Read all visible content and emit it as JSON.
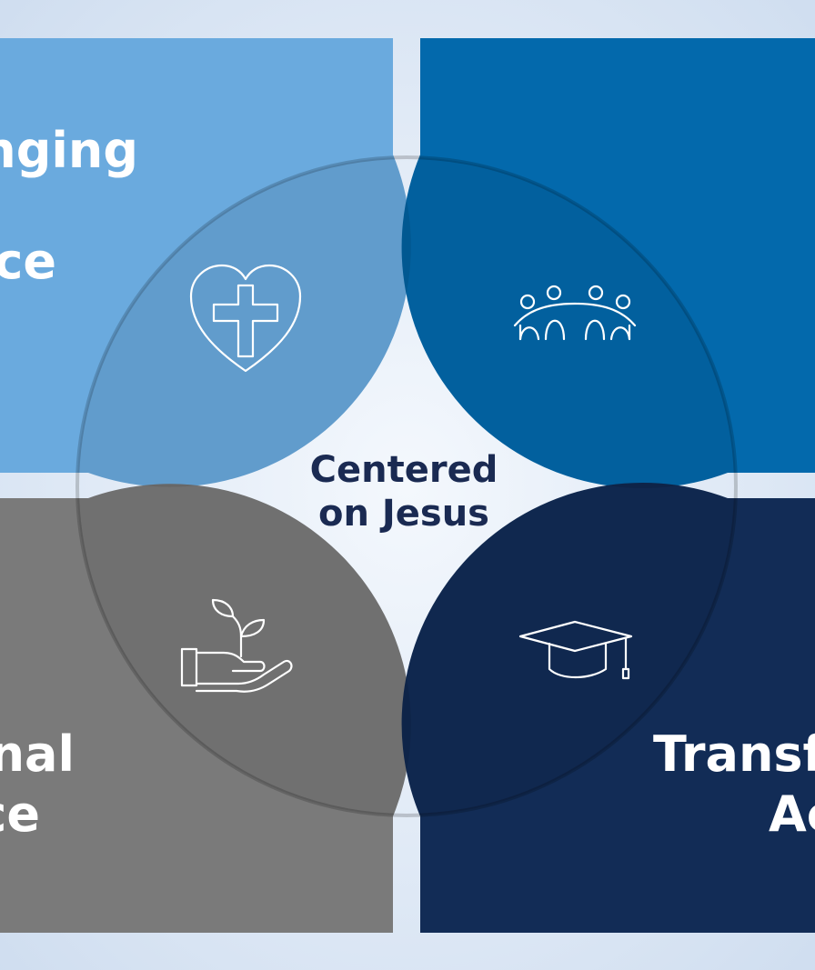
{
  "center": {
    "line1": "Centered",
    "line2": "on Jesus"
  },
  "quadrants": {
    "top_left": {
      "line1": "nging",
      "line2": "ce",
      "icon": "heart-cross-icon",
      "color": "#6aaade"
    },
    "top_right": {
      "icon": "community-people-icon",
      "color": "#0369ac"
    },
    "bottom_left": {
      "line1": "nal",
      "line2": "ce",
      "icon": "hand-plant-icon",
      "color": "#7a7a7a"
    },
    "bottom_right": {
      "line1": "Transf",
      "line2": "Ac",
      "icon": "graduation-cap-icon",
      "color": "#122c56"
    }
  },
  "colors": {
    "background": "#dde8f5",
    "center_text": "#1a2a52",
    "quad_text": "#ffffff",
    "center_fill": "#ffffff"
  }
}
